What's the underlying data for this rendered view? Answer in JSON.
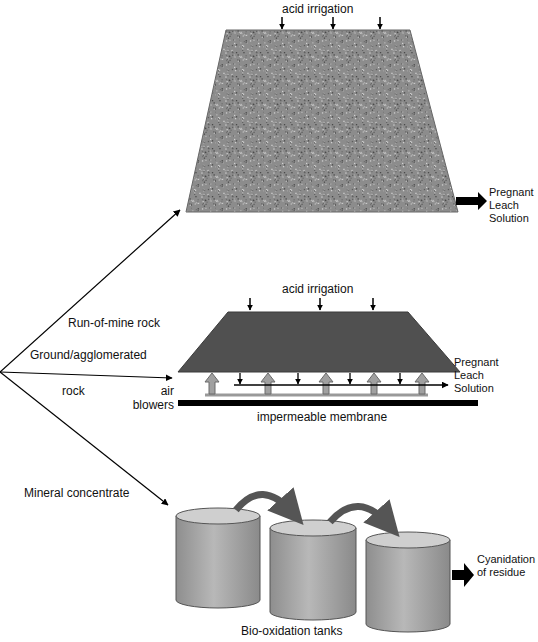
{
  "diagram": {
    "labels": [
      "acid irrigation",
      "Pregnant Leach Solution",
      "Run-of-mine rock",
      "acid irrigation",
      "Ground/agglomerated",
      "rock",
      "air blowers",
      "Pregnant Leach Solution",
      "impermeable membrane",
      "Mineral concentrate",
      "Cyanidation of residue",
      "Bio-oxidation tanks"
    ]
  }
}
